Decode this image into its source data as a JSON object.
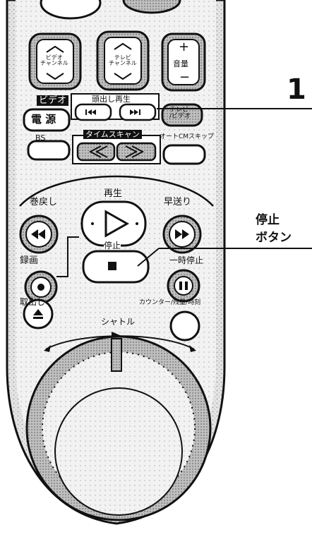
{
  "step_number": "1",
  "callouts": {
    "stop_line1": "停止",
    "stop_line2": "ボタン"
  },
  "remote": {
    "video_channel": "ビデオ\nチャンネル",
    "tv_channel": "テレビ\nチャンネル",
    "volume": "音量",
    "volume_plus": "+",
    "volume_minus": "−",
    "video_badge": "ビデオ",
    "power": "電 源",
    "head_play": "頭出し再生",
    "tv_video": "テレビ\n/ビデオ",
    "bs": "BS",
    "time_scan": "タイムスキャン",
    "auto_cm_skip": "オートCMスキップ",
    "rewind": "巻戻し",
    "play": "再生",
    "fast_forward": "早送り",
    "record": "録画",
    "stop": "停止",
    "pause": "一時停止",
    "counter": "カウンター/残量/時刻",
    "eject": "取出し",
    "shuttle": "シャトル"
  }
}
